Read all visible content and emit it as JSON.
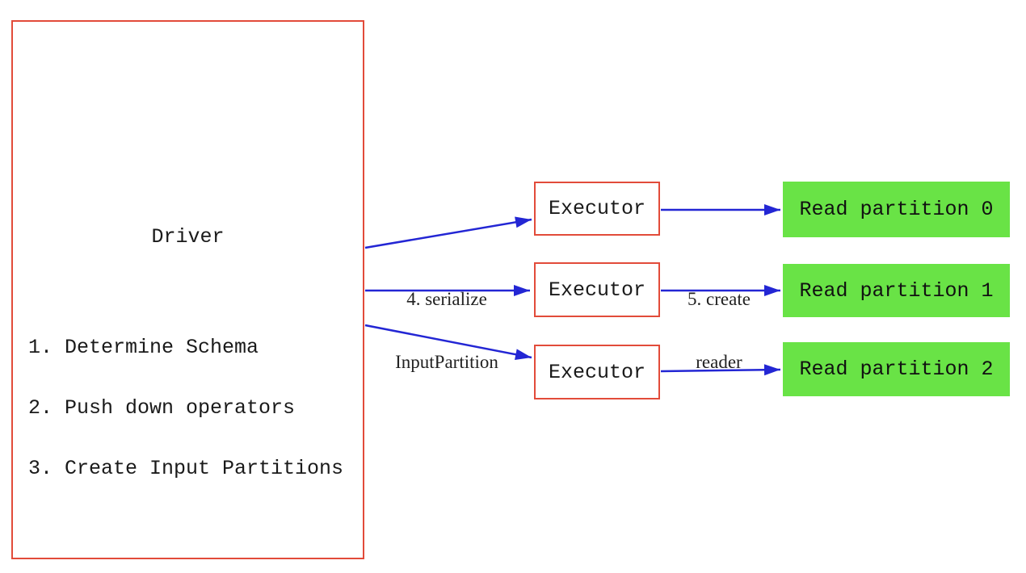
{
  "diagram": {
    "background": "#ffffff",
    "colors": {
      "box_border_red": "#e24b3a",
      "arrow_blue": "#2326d4",
      "partition_green": "#69e346",
      "text_black": "#1a1a1a"
    }
  },
  "driver": {
    "title": "Driver",
    "steps": [
      "1. Determine Schema",
      "2. Push down operators",
      "3. Create Input Partitions"
    ]
  },
  "executors": [
    "Executor",
    "Executor",
    "Executor"
  ],
  "partitions": [
    "Read partition 0",
    "Read partition 1",
    "Read partition 2"
  ],
  "edge_labels": {
    "serialize_line1": "4. serialize",
    "serialize_line2": "InputPartition",
    "reader_line1": "5. create",
    "reader_line2": "reader"
  }
}
